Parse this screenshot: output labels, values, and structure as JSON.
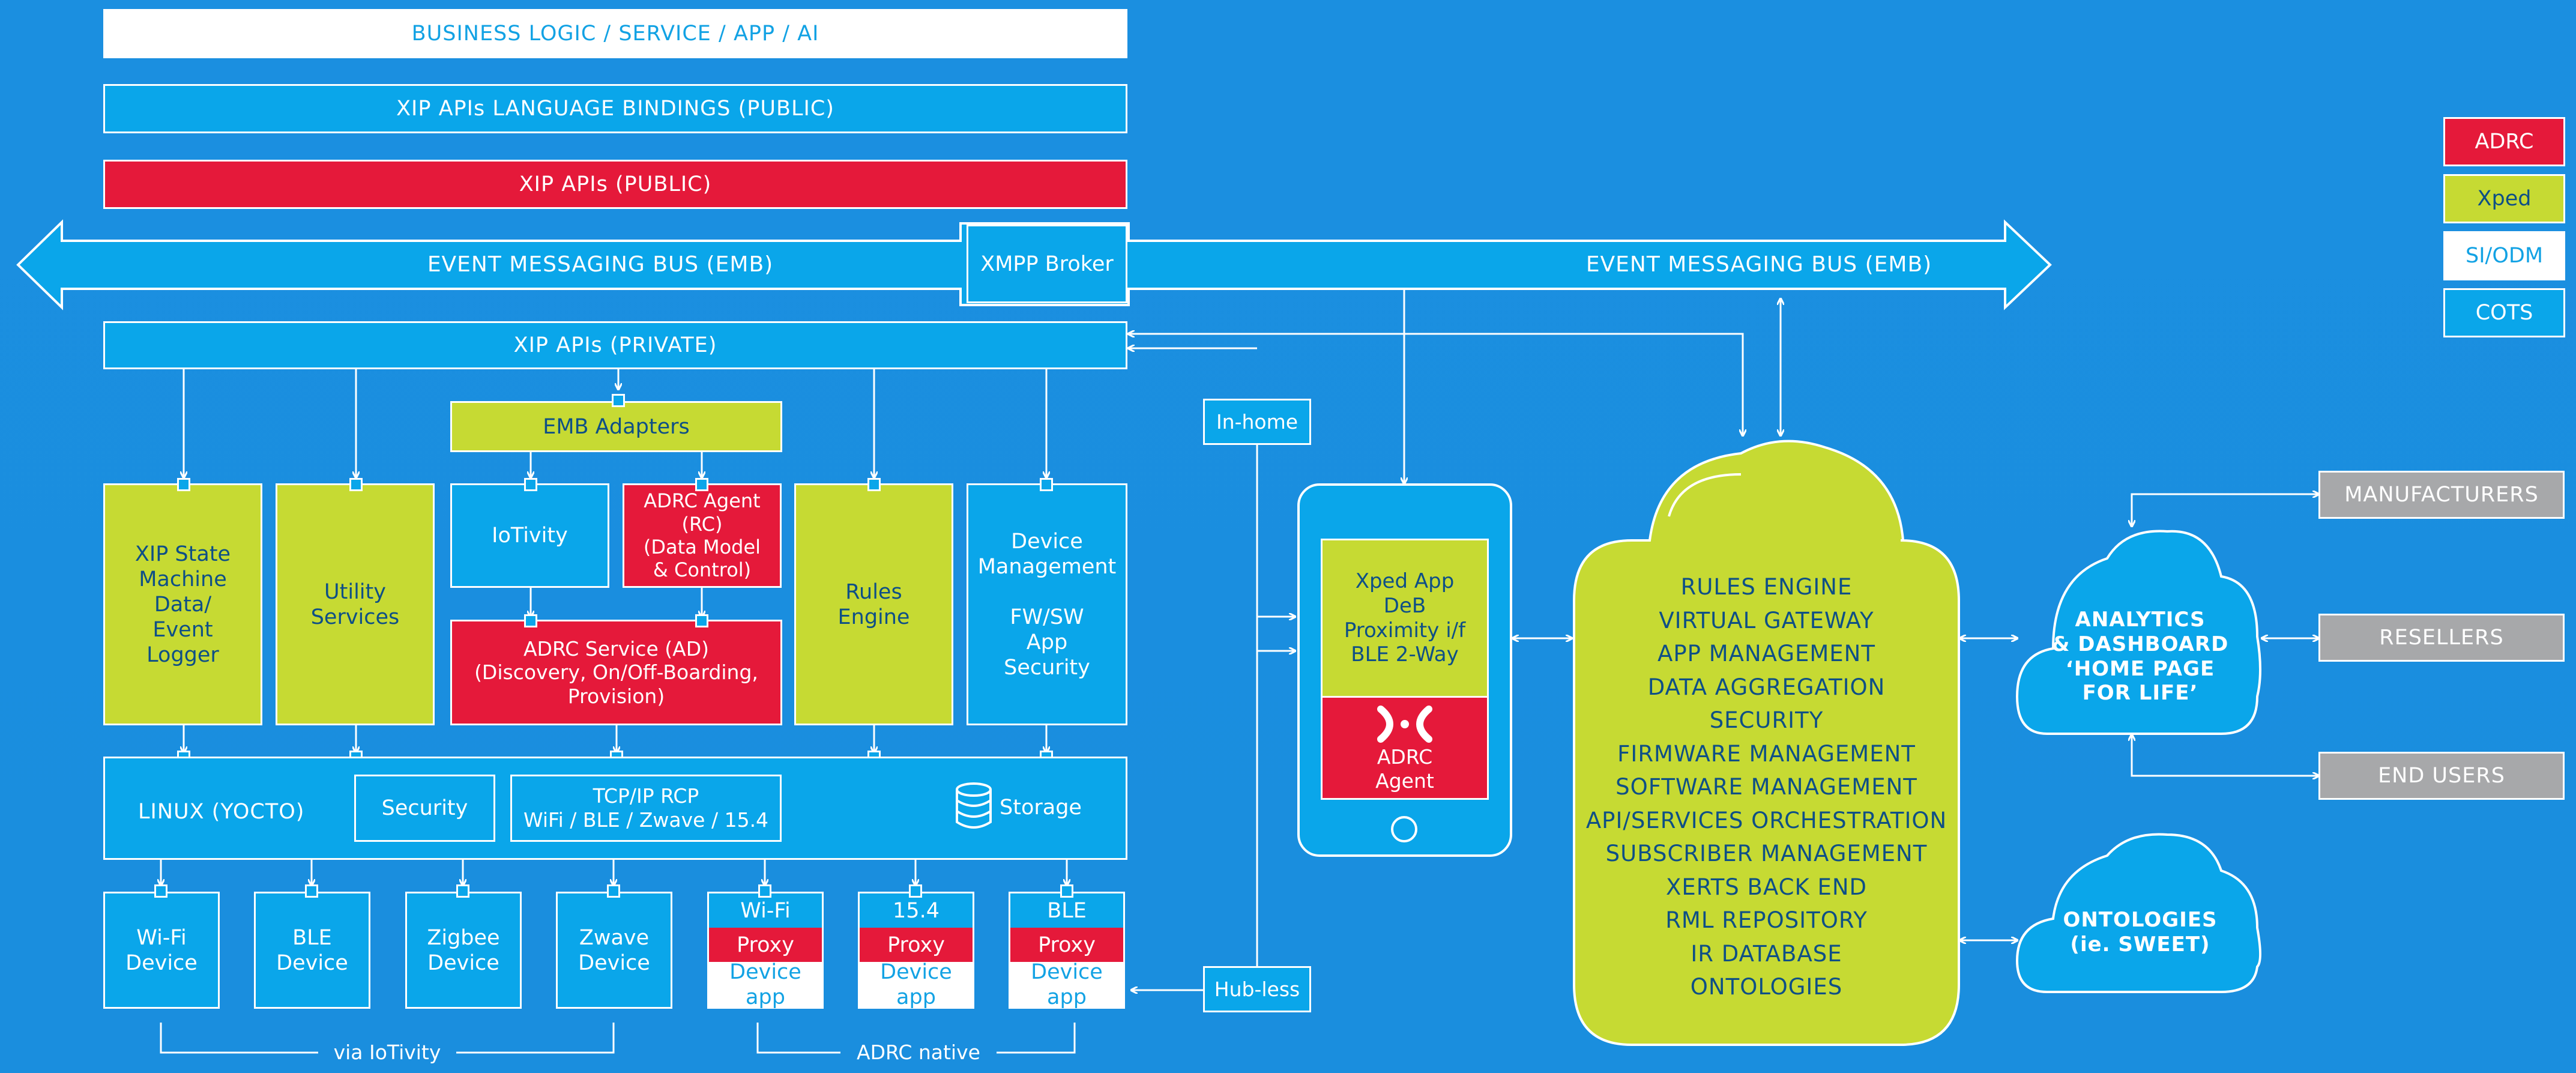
{
  "layers": {
    "business_logic": "BUSINESS LOGIC / SERVICE / APP / AI",
    "language_bindings": "XIP APIs LANGUAGE BINDINGS (PUBLIC)",
    "xip_public": "XIP APIs (PUBLIC)",
    "emb_left": "EVENT MESSAGING BUS (EMB)",
    "xmpp_broker": "XMPP Broker",
    "emb_right": "EVENT MESSAGING BUS (EMB)",
    "xip_private": "XIP APIs (PRIVATE)"
  },
  "modules": {
    "state_machine": "XIP State\nMachine\nData/\nEvent\nLogger",
    "utility": "Utility\nServices",
    "emb_adapters": "EMB Adapters",
    "iotivity": "IoTivity",
    "adrc_agent_rc": "ADRC Agent (RC)\n(Data Model\n& Control)",
    "adrc_service": "ADRC Service (AD)\n(Discovery, On/Off-Boarding,\nProvision)",
    "rules_engine": "Rules\nEngine",
    "device_mgmt": "Device\nManagement\n\nFW/SW\nApp\nSecurity"
  },
  "linux": {
    "label": "LINUX (YOCTO)",
    "security": "Security",
    "tcpip": "TCP/IP RCP\nWiFi / BLE / Zwave / 15.4",
    "storage": "Storage"
  },
  "devices": {
    "wifi": "Wi-Fi\nDevice",
    "ble": "BLE\nDevice",
    "zigbee": "Zigbee\nDevice",
    "zwave": "Zwave\nDevice",
    "native": [
      {
        "top": "Wi-Fi",
        "mid": "Proxy",
        "bottom": "Device app"
      },
      {
        "top": "15.4",
        "mid": "Proxy",
        "bottom": "Device app"
      },
      {
        "top": "BLE",
        "mid": "Proxy",
        "bottom": "Device app"
      }
    ],
    "via_iotivity": "via IoTivity",
    "adrc_native": "ADRC native"
  },
  "connections": {
    "in_home": "In-home",
    "hub_less": "Hub-less"
  },
  "phone": {
    "app": "Xped App\nDeB\nProximity i/f\nBLE 2-Way",
    "agent": "ADRC\nAgent"
  },
  "cloud": {
    "items": [
      "RULES ENGINE",
      "VIRTUAL GATEWAY",
      "APP MANAGEMENT",
      "DATA AGGREGATION",
      "SECURITY",
      "FIRMWARE MANAGEMENT",
      "SOFTWARE MANAGEMENT",
      "API/SERVICES ORCHESTRATION",
      "SUBSCRIBER MANAGEMENT",
      "XERTS BACK END",
      "RML REPOSITORY",
      "IR DATABASE",
      "ONTOLOGIES"
    ],
    "analytics": "ANALYTICS\n& DASHBOARD\n‘HOME PAGE\nFOR LIFE’",
    "ontologies": "ONTOLOGIES\n(ie. SWEET)"
  },
  "stakeholders": [
    "MANUFACTURERS",
    "RESELLERS",
    "END USERS"
  ],
  "legend": [
    {
      "label": "ADRC",
      "color": "#e5193a"
    },
    {
      "label": "Xped",
      "color": "#c6da33"
    },
    {
      "label": "SI/ODM",
      "color": "#ffffff"
    },
    {
      "label": "COTS",
      "color": "#0aa6ea"
    }
  ]
}
